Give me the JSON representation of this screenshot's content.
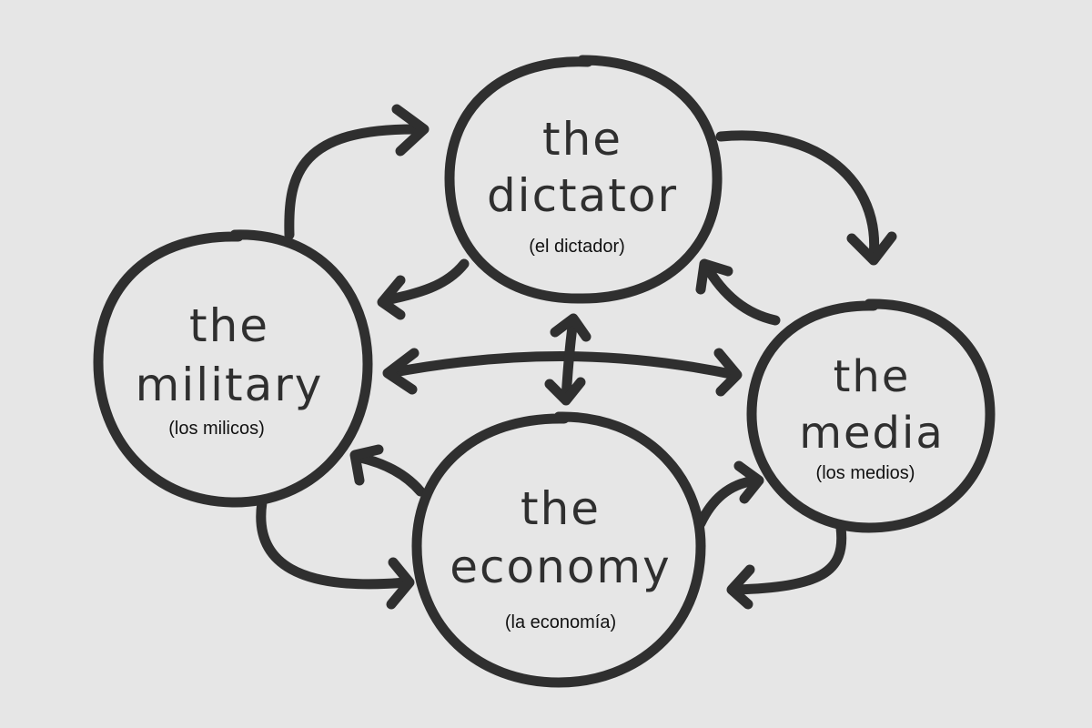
{
  "nodes": {
    "dictator": {
      "line1": "the",
      "line2": "dictator",
      "translation": "(el dictador)"
    },
    "military": {
      "line1": "the",
      "line2": "military",
      "translation": "(los milicos)"
    },
    "media": {
      "line1": "the",
      "line2": "media",
      "translation": "(los medios)"
    },
    "economy": {
      "line1": "the",
      "line2": "economy",
      "translation": "(la economía)"
    }
  },
  "colors": {
    "background": "#e6e6e6",
    "ink": "#2f2f2f"
  }
}
